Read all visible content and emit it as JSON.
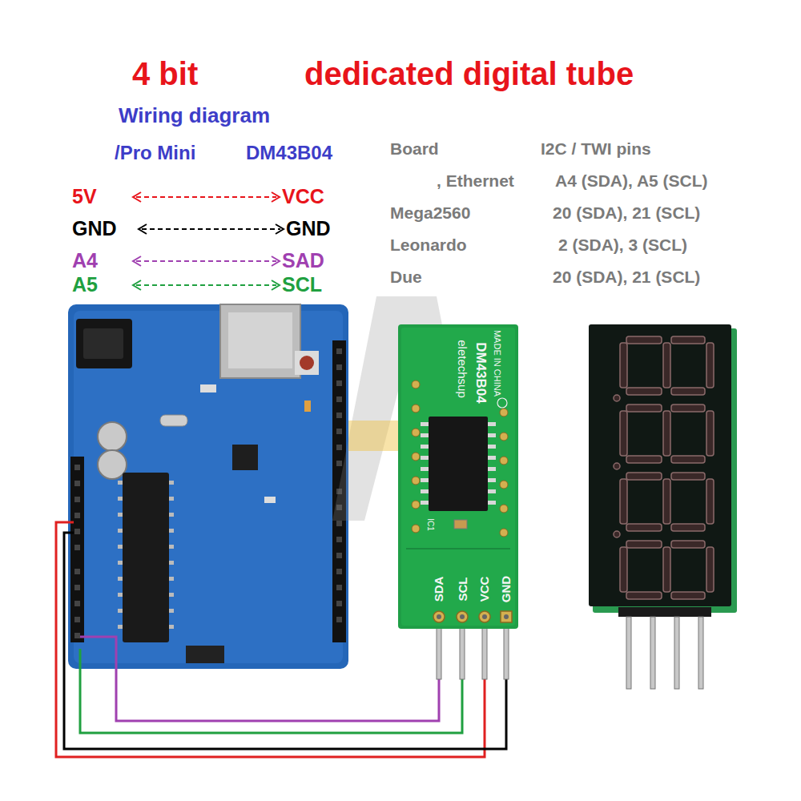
{
  "diagram": {
    "title": "4 bit",
    "nodes": [
      {
        "text": [
          "MADE IN CHINA",
          "DM43B04",
          "eletechsup",
          "IC1",
          "SDA",
          "SCL",
          "VCC",
          "GND"
        ]
      }
    ],
    "labels": [
      "dedicated digital tube",
      "Wiring diagram",
      "/Pro Mini",
      "DM43B04",
      "5V",
      "VCC",
      "GND",
      "GND",
      "A4",
      "SAD",
      "A5",
      "SCL",
      "Board",
      "I2C / TWI pins",
      ", Ethernet",
      "A4 (SDA), A5 (SCL)",
      "Mega2560",
      "20 (SDA), 21 (SCL)",
      "Leonardo",
      "2 (SDA), 3 (SCL)",
      "Due",
      "20 (SDA), 21 (SCL)"
    ]
  }
}
